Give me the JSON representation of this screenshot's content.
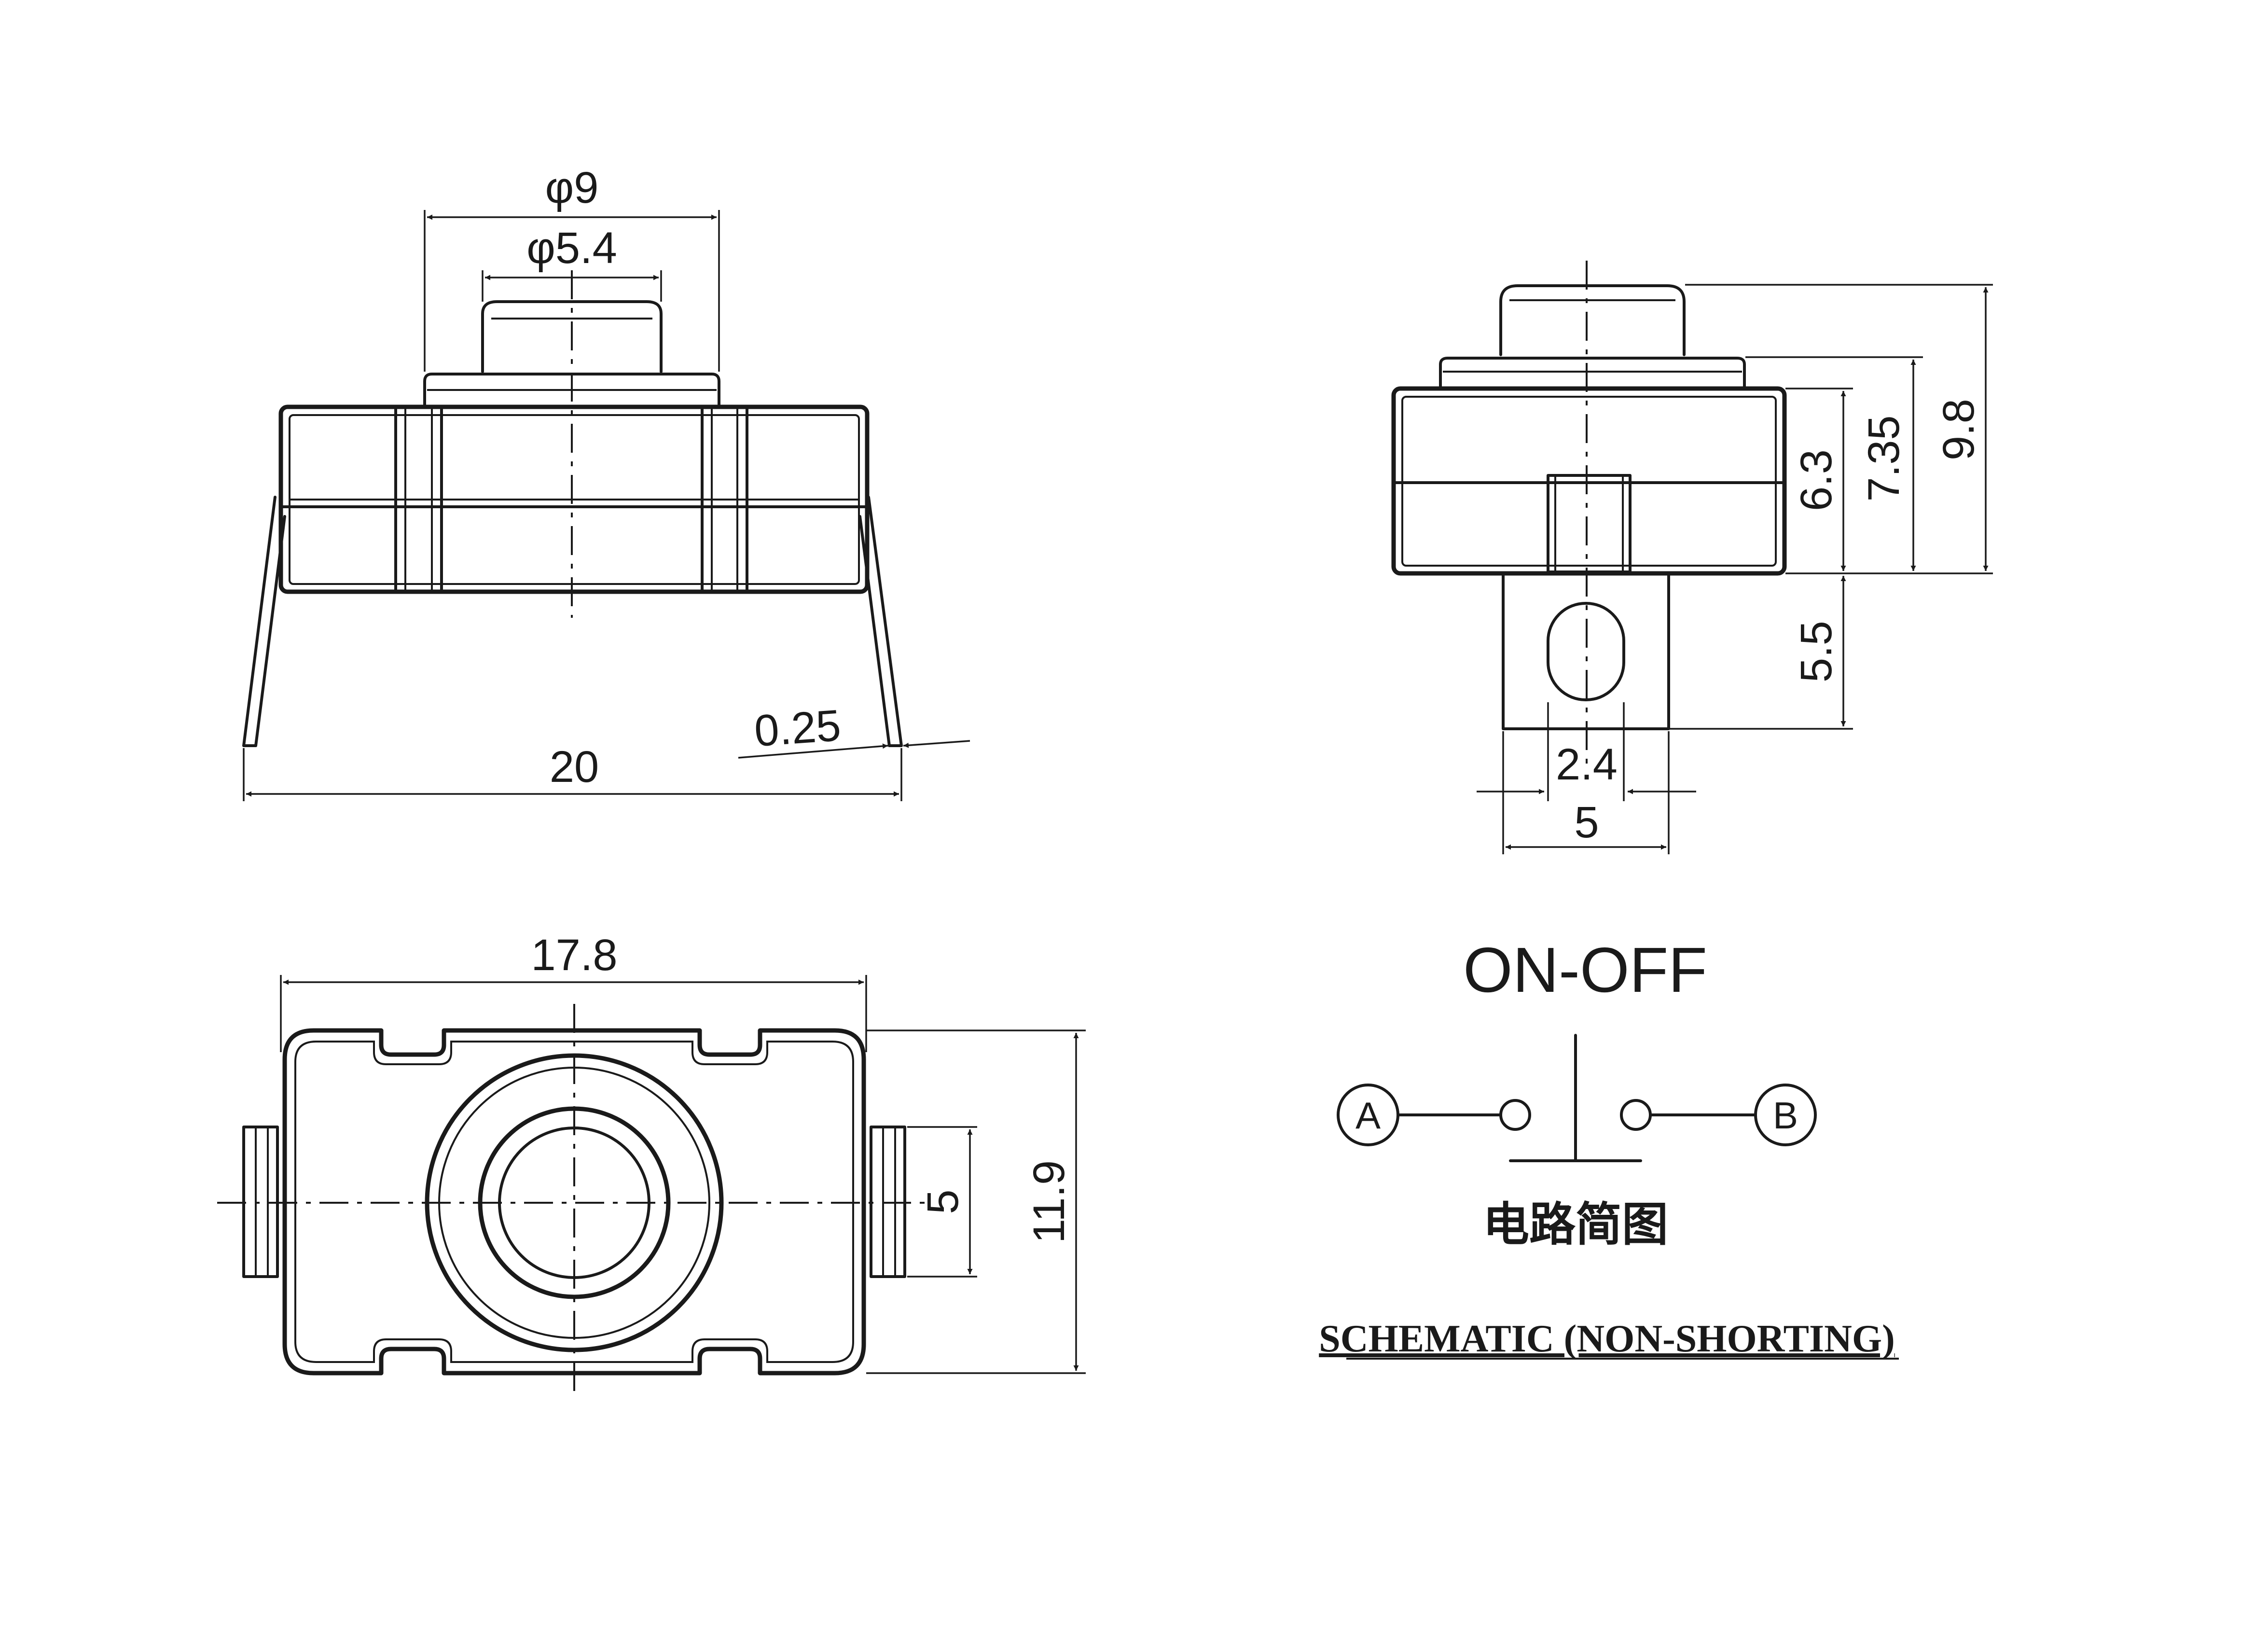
{
  "front_view": {
    "dim_phi9": "φ9",
    "dim_phi5_4": "φ5.4",
    "dim_width_20": "20",
    "dim_pin_0_25": "0.25"
  },
  "side_view": {
    "dim_6_3": "6.3",
    "dim_7_35": "7.35",
    "dim_9_8": "9.8",
    "dim_5_5": "5.5",
    "dim_2_4": "2.4",
    "dim_5": "5"
  },
  "top_view": {
    "dim_17_8": "17.8",
    "dim_11_9": "11.9",
    "dim_5": "5"
  },
  "schematic": {
    "title": "ON-OFF",
    "terminal_a": "A",
    "terminal_b": "B",
    "caption_cn": "电路简图",
    "caption_en": "SCHEMATIC (NON-SHORTING)"
  }
}
